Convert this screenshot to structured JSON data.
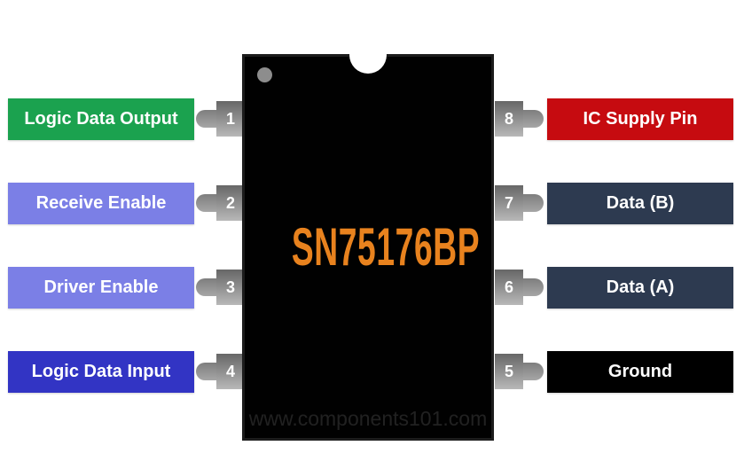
{
  "chip": {
    "name": "SN75176BP",
    "name_color": "#E8821E",
    "watermark": "www.components101.com",
    "body_color": "#010101"
  },
  "colors": {
    "background": "#ffffff",
    "pin_text": "#ffffff",
    "lead_gray_top": "#676767",
    "lead_gray_bottom": "#b8b8b8",
    "indicator_dot": "#8d8d8d"
  },
  "left_pins": [
    {
      "number": "1",
      "label": "Logic Data Output",
      "color": "#1BA24F"
    },
    {
      "number": "2",
      "label": "Receive Enable",
      "color": "#7B7FE6"
    },
    {
      "number": "3",
      "label": "Driver Enable",
      "color": "#7B7FE6"
    },
    {
      "number": "4",
      "label": "Logic Data Input",
      "color": "#3234C4"
    }
  ],
  "right_pins": [
    {
      "number": "8",
      "label": "IC Supply Pin",
      "color": "#C60B10"
    },
    {
      "number": "7",
      "label": "Data (B)",
      "color": "#2D3A50"
    },
    {
      "number": "6",
      "label": "Data (A)",
      "color": "#2D3A50"
    },
    {
      "number": "5",
      "label": "Ground",
      "color": "#000000"
    }
  ]
}
